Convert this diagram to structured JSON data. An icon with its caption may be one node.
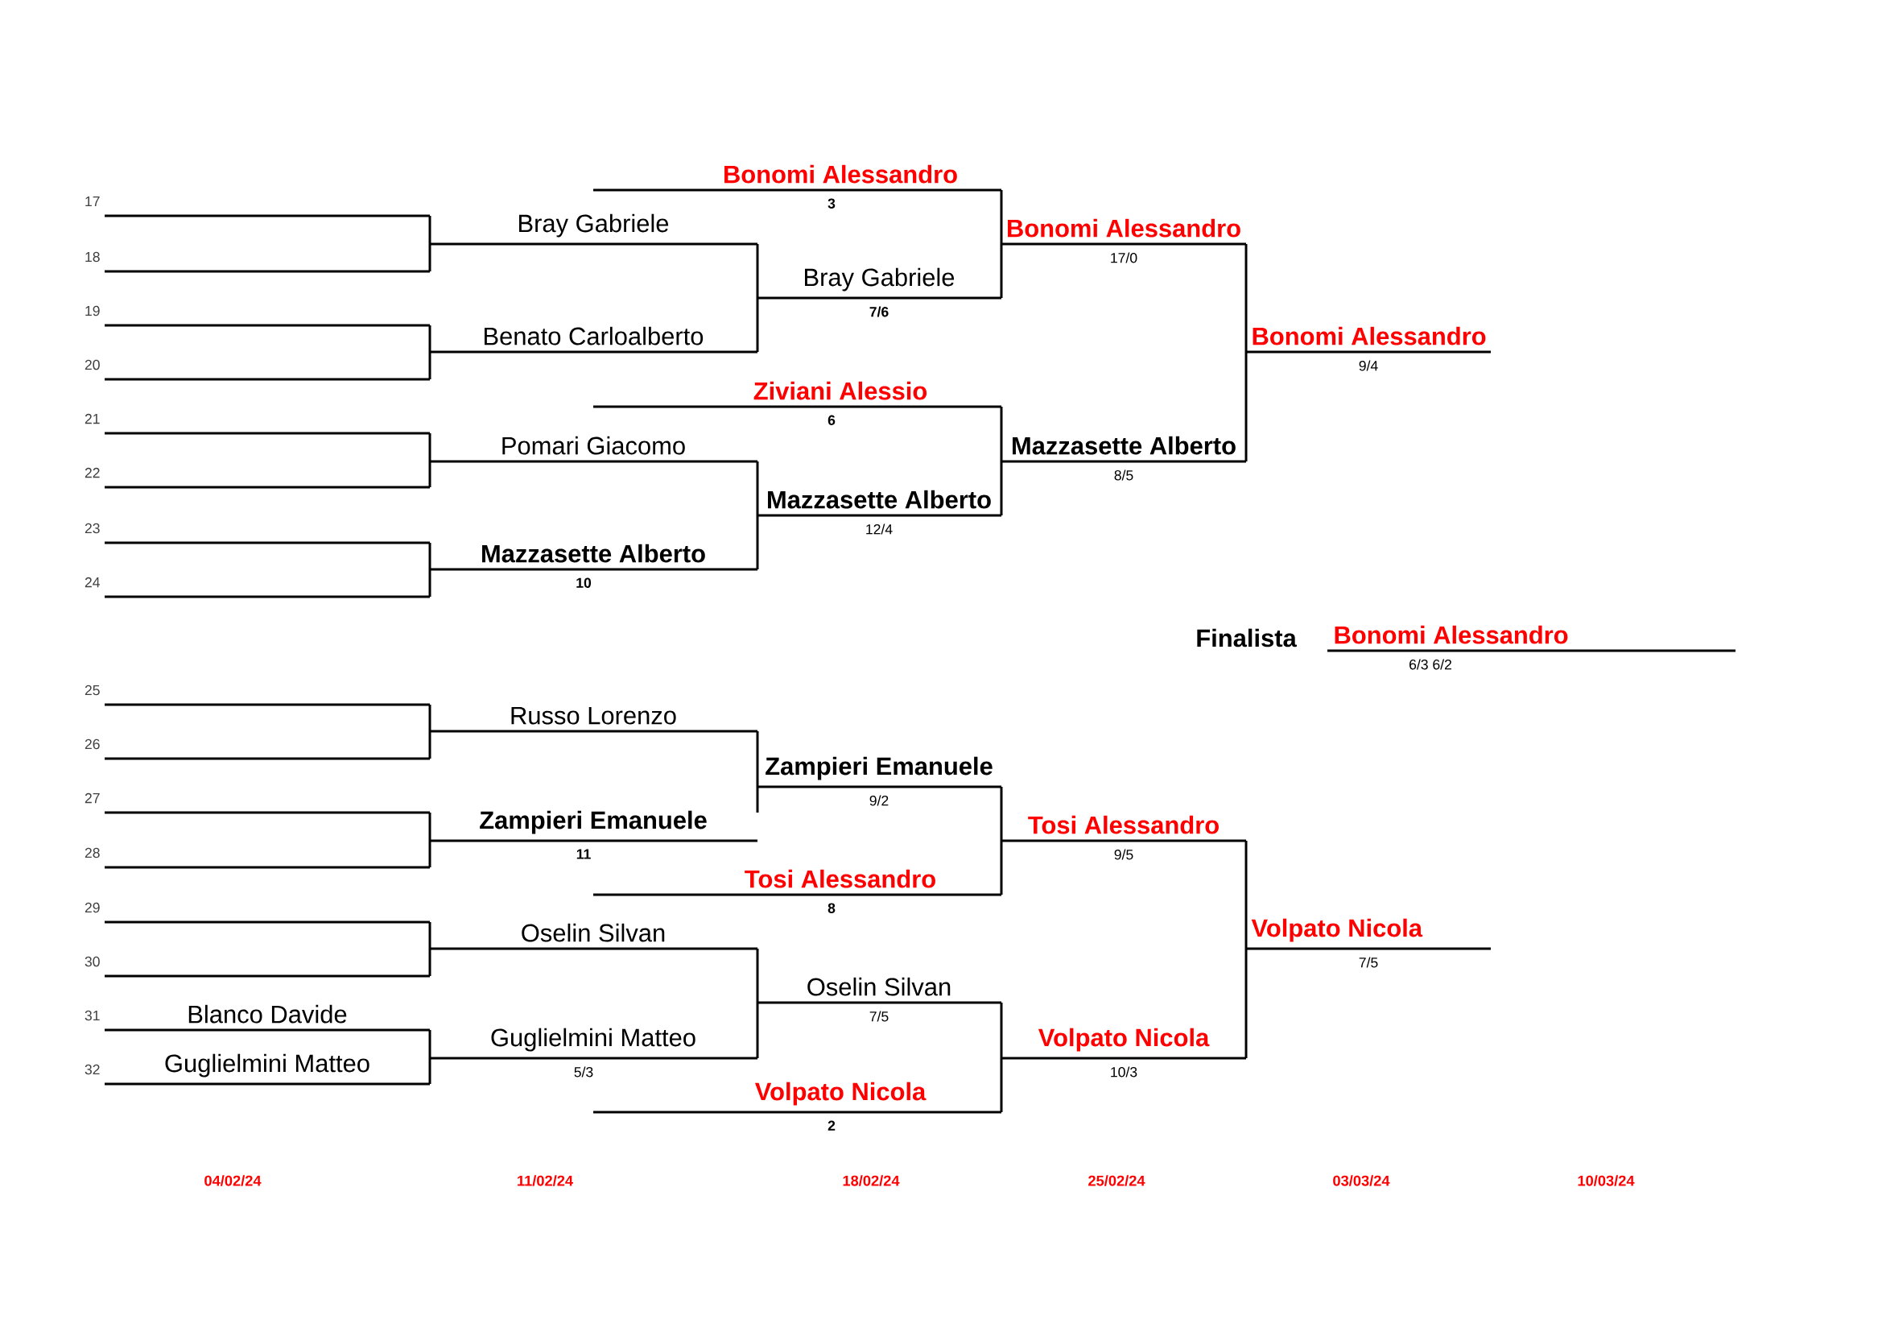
{
  "diagram": {
    "nodes": [
      {
        "text": [],
        "shape": "line"
      },
      {
        "text": [],
        "shape": "line"
      },
      {
        "text": [],
        "shape": "line"
      },
      {
        "text": [],
        "shape": "line"
      },
      {
        "text": [],
        "shape": "line"
      },
      {
        "text": [],
        "shape": "line"
      },
      {
        "text": [],
        "shape": "line"
      },
      {
        "text": [],
        "shape": "line"
      },
      {
        "text": [],
        "shape": "line"
      },
      {
        "text": [],
        "shape": "line"
      },
      {
        "text": [],
        "shape": "line"
      },
      {
        "text": [],
        "shape": "line"
      },
      {
        "text": [],
        "shape": "line"
      },
      {
        "text": [],
        "shape": "line"
      },
      {
        "text": [
          "Blanco Davide"
        ]
      },
      {
        "text": [
          "Guglielmini Matteo"
        ]
      },
      {
        "text": [
          "Bray Gabriele"
        ]
      },
      {
        "text": [
          "Benato Carloalberto"
        ]
      },
      {
        "text": [
          "Pomari Giacomo"
        ]
      },
      {
        "text": [
          "Mazzasette Alberto",
          "10"
        ]
      },
      {
        "text": [
          "Russo Lorenzo"
        ]
      },
      {
        "text": [
          "Zampieri Emanuele",
          "11"
        ]
      },
      {
        "text": [
          "Oselin Silvan"
        ]
      },
      {
        "text": [
          "Guglielmini Matteo",
          "5/3"
        ]
      },
      {
        "text": [
          "Bonomi Alessandro",
          "3"
        ]
      },
      {
        "text": [
          "Bray Gabriele",
          "7/6"
        ]
      },
      {
        "text": [
          "Ziviani Alessio",
          "6"
        ]
      },
      {
        "text": [
          "Mazzasette Alberto",
          "12/4"
        ]
      },
      {
        "text": [
          "Zampieri Emanuele",
          "9/2"
        ]
      },
      {
        "text": [
          "Tosi Alessandro",
          "8"
        ]
      },
      {
        "text": [
          "Oselin Silvan",
          "7/5"
        ]
      },
      {
        "text": [
          "Volpato Nicola",
          "2"
        ]
      },
      {
        "text": [
          "Bonomi Alessandro",
          "17/0"
        ]
      },
      {
        "text": [
          "Mazzasette Alberto",
          "8/5"
        ]
      },
      {
        "text": [
          "Tosi Alessandro",
          "9/5"
        ]
      },
      {
        "text": [
          "Volpato Nicola",
          "10/3"
        ]
      },
      {
        "text": [
          "Bonomi Alessandro",
          "9/4"
        ]
      },
      {
        "text": [
          "Volpato Nicola",
          "7/5"
        ]
      },
      {
        "text": [
          "Bonomi Alessandro",
          "6/3 6/2"
        ]
      }
    ],
    "edges": [
      {
        "from": 0,
        "to": 16,
        "arrow": "none"
      },
      {
        "from": 1,
        "to": 16,
        "arrow": "none"
      },
      {
        "from": 2,
        "to": 17,
        "arrow": "none"
      },
      {
        "from": 3,
        "to": 17,
        "arrow": "none"
      },
      {
        "from": 4,
        "to": 18,
        "arrow": "none"
      },
      {
        "from": 5,
        "to": 18,
        "arrow": "none"
      },
      {
        "from": 6,
        "to": 19,
        "arrow": "none"
      },
      {
        "from": 7,
        "to": 19,
        "arrow": "none"
      },
      {
        "from": 8,
        "to": 20,
        "arrow": "none"
      },
      {
        "from": 9,
        "to": 20,
        "arrow": "none"
      },
      {
        "from": 10,
        "to": 21,
        "arrow": "none"
      },
      {
        "from": 11,
        "to": 21,
        "arrow": "none"
      },
      {
        "from": 12,
        "to": 22,
        "arrow": "none"
      },
      {
        "from": 13,
        "to": 22,
        "arrow": "none"
      },
      {
        "from": 14,
        "to": 23,
        "arrow": "none"
      },
      {
        "from": 15,
        "to": 23,
        "arrow": "none"
      },
      {
        "from": 16,
        "to": 25,
        "arrow": "none"
      },
      {
        "from": 17,
        "to": 25,
        "arrow": "none"
      },
      {
        "from": 18,
        "to": 27,
        "arrow": "none"
      },
      {
        "from": 19,
        "to": 27,
        "arrow": "none"
      },
      {
        "from": 20,
        "to": 28,
        "arrow": "none"
      },
      {
        "from": 22,
        "to": 30,
        "arrow": "none"
      },
      {
        "from": 23,
        "to": 30,
        "arrow": "none"
      },
      {
        "from": 24,
        "to": 32,
        "arrow": "none"
      },
      {
        "from": 25,
        "to": 32,
        "arrow": "none"
      },
      {
        "from": 26,
        "to": 33,
        "arrow": "none"
      },
      {
        "from": 27,
        "to": 33,
        "arrow": "none"
      },
      {
        "from": 28,
        "to": 34,
        "arrow": "none"
      },
      {
        "from": 29,
        "to": 34,
        "arrow": "none"
      },
      {
        "from": 30,
        "to": 35,
        "arrow": "none"
      },
      {
        "from": 31,
        "to": 35,
        "arrow": "none"
      },
      {
        "from": 32,
        "to": 36,
        "arrow": "none"
      },
      {
        "from": 33,
        "to": 36,
        "arrow": "none"
      },
      {
        "from": 34,
        "to": 37,
        "arrow": "none"
      },
      {
        "from": 35,
        "to": 37,
        "arrow": "none"
      }
    ],
    "labels": [
      "17",
      "18",
      "19",
      "20",
      "21",
      "22",
      "23",
      "24",
      "25",
      "26",
      "27",
      "28",
      "29",
      "30",
      "31",
      "32",
      "Finalista",
      "04/02/24",
      "11/02/24",
      "18/02/24",
      "25/02/24",
      "03/03/24",
      "10/03/24"
    ]
  }
}
